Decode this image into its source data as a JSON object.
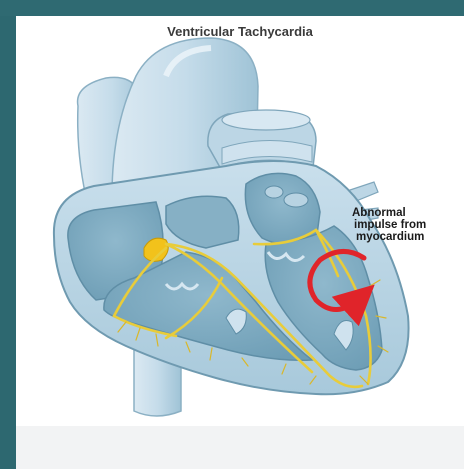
{
  "figure": {
    "title": "Ventricular Tachycardia",
    "annotation": {
      "line1": "Abnormal",
      "line2": "impulse from",
      "line3": "myocardium"
    }
  },
  "colors": {
    "frame": "#2d6870",
    "heart_light": "#cfe3ef",
    "heart_mid": "#a9cbdc",
    "heart_dark": "#5f93aa",
    "conduction": "#e8cc3a",
    "node": "#f2c21b",
    "reentry_arrow": "#e0242a"
  }
}
